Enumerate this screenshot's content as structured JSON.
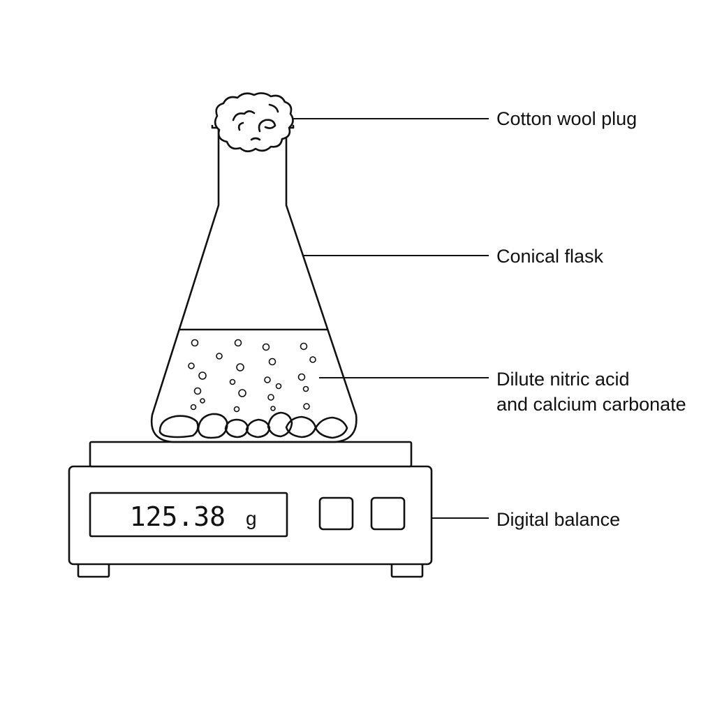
{
  "labels": {
    "cotton_wool_plug": "Cotton wool plug",
    "conical_flask": "Conical flask",
    "acid_line1": "Dilute nitric acid",
    "acid_line2": "and calcium carbonate",
    "digital_balance": "Digital balance"
  },
  "balance": {
    "reading": "125.38",
    "unit": "g"
  },
  "colors": {
    "ink": "#111111",
    "background": "#ffffff"
  }
}
